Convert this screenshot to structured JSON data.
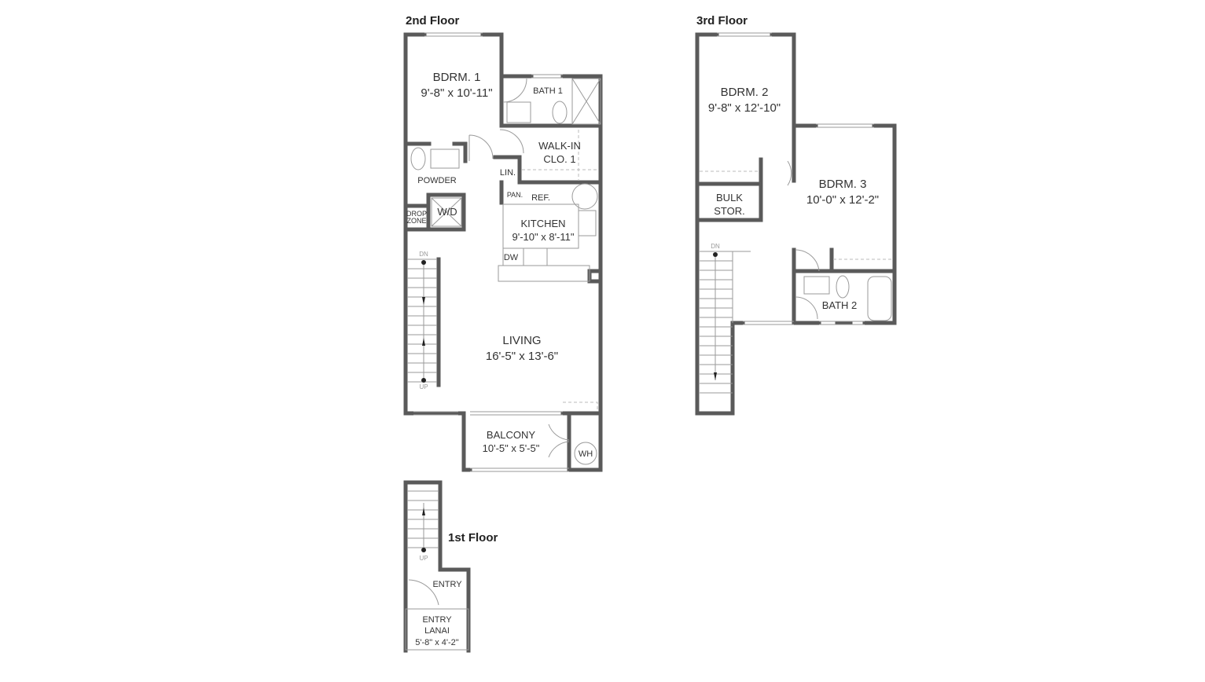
{
  "floors": {
    "second": {
      "title": "2nd Floor",
      "rooms": {
        "bdrm1": {
          "name": "BDRM. 1",
          "dims": "9'-8\" x 10'-11\""
        },
        "bath1": {
          "name": "BATH 1"
        },
        "walkin": {
          "name": "WALK-IN",
          "name2": "CLO. 1"
        },
        "lin": {
          "name": "LIN."
        },
        "powder": {
          "name": "POWDER"
        },
        "pan": {
          "name": "PAN."
        },
        "ref": {
          "name": "REF."
        },
        "wd": {
          "name": "W/D"
        },
        "drop": {
          "name": "DROP",
          "name2": "ZONE"
        },
        "kitchen": {
          "name": "KITCHEN",
          "dims": "9'-10\" x 8'-11\""
        },
        "dw": {
          "name": "DW"
        },
        "living": {
          "name": "LIVING",
          "dims": "16'-5\" x 13'-6\""
        },
        "balcony": {
          "name": "BALCONY",
          "dims": "10'-5\" x 5'-5\""
        },
        "wh": {
          "name": "WH"
        }
      },
      "stairs": {
        "dn": "DN",
        "up": "UP"
      }
    },
    "third": {
      "title": "3rd Floor",
      "rooms": {
        "bdrm2": {
          "name": "BDRM. 2",
          "dims": "9'-8\" x 12'-10\""
        },
        "bdrm3": {
          "name": "BDRM. 3",
          "dims": "10'-0\" x 12'-2\""
        },
        "bulk": {
          "name": "BULK",
          "name2": "STOR."
        },
        "bath2": {
          "name": "BATH 2"
        }
      },
      "stairs": {
        "dn": "DN"
      }
    },
    "first": {
      "title": "1st Floor",
      "rooms": {
        "entry": {
          "name": "ENTRY"
        },
        "lanai": {
          "name": "ENTRY",
          "name2": "LANAI",
          "dims": "5'-8\" x 4'-2\""
        }
      },
      "stairs": {
        "up": "UP"
      }
    }
  },
  "colors": {
    "wall": "#5a5a5a",
    "line": "#9a9a9a",
    "text": "#333333"
  }
}
